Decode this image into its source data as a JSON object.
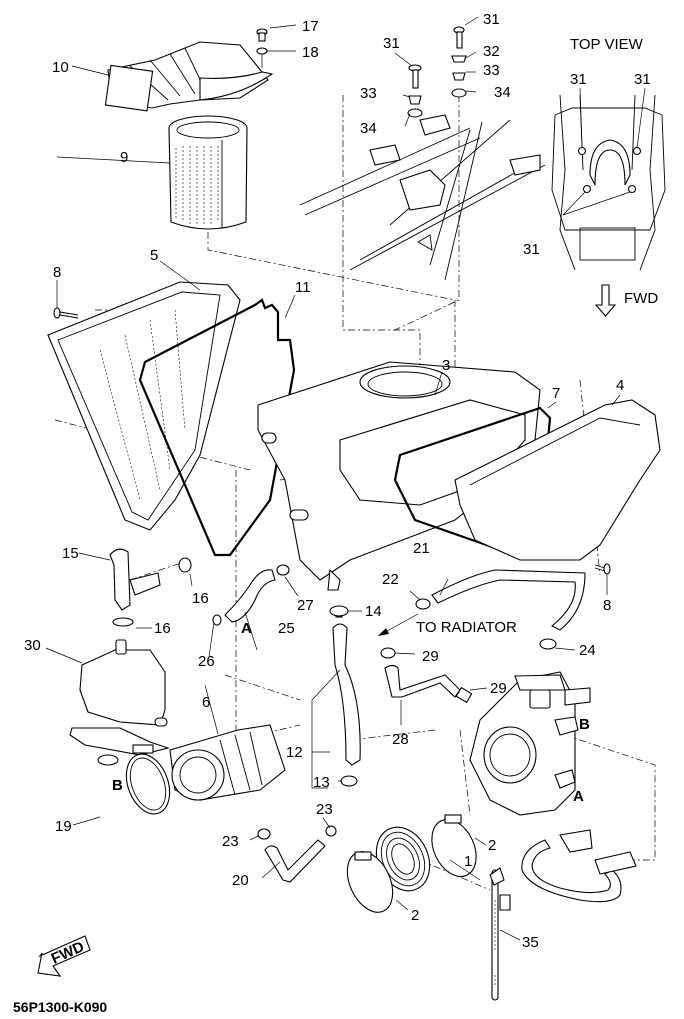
{
  "diagram": {
    "diagram_code": "56P1300-K090",
    "annotations": {
      "top_view": "TOP VIEW",
      "fwd": "FWD",
      "fwd_badge": "FWD",
      "to_radiator": "TO RADIATOR",
      "connector_a": "A",
      "connector_b": "B"
    },
    "callouts": [
      {
        "id": "c17",
        "number": "17",
        "part": "bolt"
      },
      {
        "id": "c18",
        "number": "18",
        "part": "washer"
      },
      {
        "id": "c10",
        "number": "10",
        "part": "intake duct"
      },
      {
        "id": "c9",
        "number": "9",
        "part": "air filter element"
      },
      {
        "id": "c31a",
        "number": "31",
        "part": "bolt"
      },
      {
        "id": "c31b",
        "number": "31",
        "part": "bolt"
      },
      {
        "id": "c32",
        "number": "32",
        "part": "collar"
      },
      {
        "id": "c33a",
        "number": "33",
        "part": "collar"
      },
      {
        "id": "c33b",
        "number": "33",
        "part": "collar"
      },
      {
        "id": "c34a",
        "number": "34",
        "part": "grommet"
      },
      {
        "id": "c34b",
        "number": "34",
        "part": "grommet"
      },
      {
        "id": "c31c",
        "number": "31",
        "part": "bolt (top view)"
      },
      {
        "id": "c31d",
        "number": "31",
        "part": "bolt (top view)"
      },
      {
        "id": "c31e",
        "number": "31",
        "part": "bolt (top view)"
      },
      {
        "id": "c8a",
        "number": "8",
        "part": "screw"
      },
      {
        "id": "c5",
        "number": "5",
        "part": "air filter case cap"
      },
      {
        "id": "c11",
        "number": "11",
        "part": "gasket"
      },
      {
        "id": "c3",
        "number": "3",
        "part": "air filter case"
      },
      {
        "id": "c7",
        "number": "7",
        "part": "gasket"
      },
      {
        "id": "c4",
        "number": "4",
        "part": "cover"
      },
      {
        "id": "c15",
        "number": "15",
        "part": "hose"
      },
      {
        "id": "c16a",
        "number": "16",
        "part": "clamp"
      },
      {
        "id": "c16b",
        "number": "16",
        "part": "clamp"
      },
      {
        "id": "c25",
        "number": "25",
        "part": "hose"
      },
      {
        "id": "c26",
        "number": "26",
        "part": "clip"
      },
      {
        "id": "c27",
        "number": "27",
        "part": "clamp"
      },
      {
        "id": "c14",
        "number": "14",
        "part": "clamp"
      },
      {
        "id": "c21",
        "number": "21",
        "part": "hose"
      },
      {
        "id": "c22",
        "number": "22",
        "part": "clamp"
      },
      {
        "id": "c8b",
        "number": "8",
        "part": "screw"
      },
      {
        "id": "c24",
        "number": "24",
        "part": "clamp"
      },
      {
        "id": "c29a",
        "number": "29",
        "part": "clamp"
      },
      {
        "id": "c29b",
        "number": "29",
        "part": "clamp"
      },
      {
        "id": "c28",
        "number": "28",
        "part": "hose"
      },
      {
        "id": "c30",
        "number": "30",
        "part": "reservoir tank"
      },
      {
        "id": "c6",
        "number": "6",
        "part": "joint"
      },
      {
        "id": "c12",
        "number": "12",
        "part": "hose"
      },
      {
        "id": "c13",
        "number": "13",
        "part": "clamp"
      },
      {
        "id": "c19",
        "number": "19",
        "part": "band"
      },
      {
        "id": "c23a",
        "number": "23",
        "part": "clamp"
      },
      {
        "id": "c23b",
        "number": "23",
        "part": "clamp"
      },
      {
        "id": "c20",
        "number": "20",
        "part": "hose"
      },
      {
        "id": "c1",
        "number": "1",
        "part": "carburetor joint"
      },
      {
        "id": "c2a",
        "number": "2",
        "part": "clamp"
      },
      {
        "id": "c2b",
        "number": "2",
        "part": "clamp"
      },
      {
        "id": "c35",
        "number": "35",
        "part": "cable tie"
      }
    ],
    "callout_by_id": {
      "c17": "17",
      "c18": "18",
      "c10": "10",
      "c9": "9",
      "c31a": "31",
      "c31b": "31",
      "c32": "32",
      "c33a": "33",
      "c33b": "33",
      "c34a": "34",
      "c34b": "34",
      "c31c": "31",
      "c31d": "31",
      "c31e": "31",
      "c8a": "8",
      "c5": "5",
      "c11": "11",
      "c3": "3",
      "c7": "7",
      "c4": "4",
      "c15": "15",
      "c16a": "16",
      "c16b": "16",
      "c25": "25",
      "c26": "26",
      "c27": "27",
      "c14": "14",
      "c21": "21",
      "c22": "22",
      "c8b": "8",
      "c24": "24",
      "c29a": "29",
      "c29b": "29",
      "c28": "28",
      "c30": "30",
      "c6": "6",
      "c12": "12",
      "c13": "13",
      "c19": "19",
      "c23a": "23",
      "c23b": "23",
      "c20": "20",
      "c1": "1",
      "c2a": "2",
      "c2b": "2",
      "c35": "35"
    }
  }
}
